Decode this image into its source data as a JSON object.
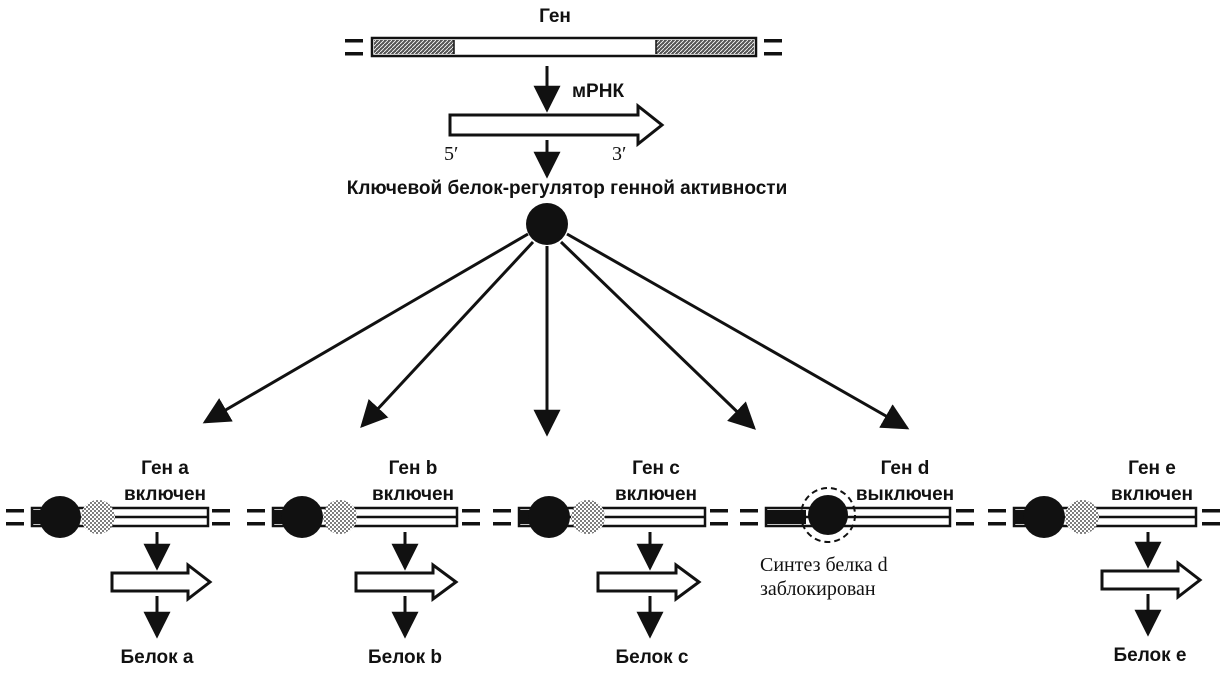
{
  "top": {
    "gene_label": "Ген",
    "mrna_label": "мРНК",
    "five_prime": "5′",
    "three_prime": "3′",
    "regulator_label": "Ключевой белок-регулятор генной активности"
  },
  "genes": [
    {
      "name": "Ген a",
      "state": "включен",
      "protein": "Белок a",
      "active": true
    },
    {
      "name": "Ген b",
      "state": "включен",
      "protein": "Белок b",
      "active": true
    },
    {
      "name": "Ген c",
      "state": "включен",
      "protein": "Белок c",
      "active": true
    },
    {
      "name": "Ген d",
      "state": "выключен",
      "blocked_line1": "Синтез белка d",
      "blocked_line2": "заблокирован",
      "active": false
    },
    {
      "name": "Ген e",
      "state": "включен",
      "protein": "Белок e",
      "active": true
    }
  ]
}
